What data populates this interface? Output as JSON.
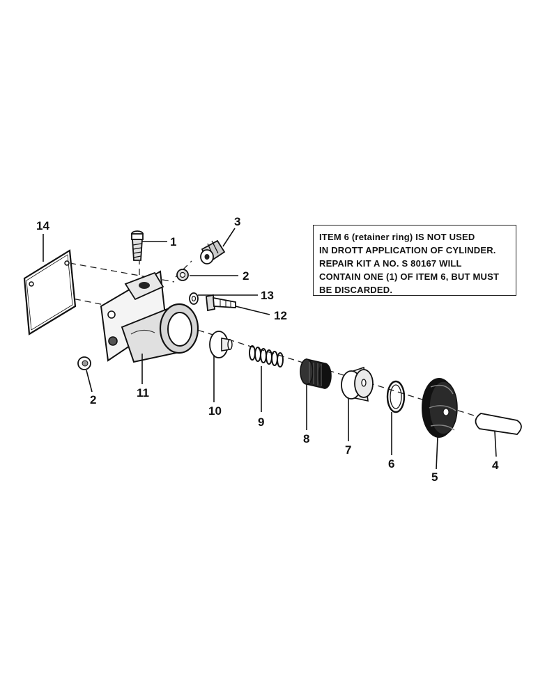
{
  "note": {
    "lines": [
      "ITEM 6 (retainer ring) IS NOT USED",
      "IN DROTT APPLICATION OF CYLINDER.",
      "REPAIR KIT A NO. S 80167 WILL",
      "CONTAIN ONE (1) OF ITEM 6, BUT MUST",
      "BE DISCARDED."
    ]
  },
  "callouts": {
    "c1": "1",
    "c2a": "2",
    "c2b": "2",
    "c3": "3",
    "c4": "4",
    "c5": "5",
    "c6": "6",
    "c7": "7",
    "c8": "8",
    "c9": "9",
    "c10": "10",
    "c11": "11",
    "c12": "12",
    "c13": "13",
    "c14": "14"
  }
}
